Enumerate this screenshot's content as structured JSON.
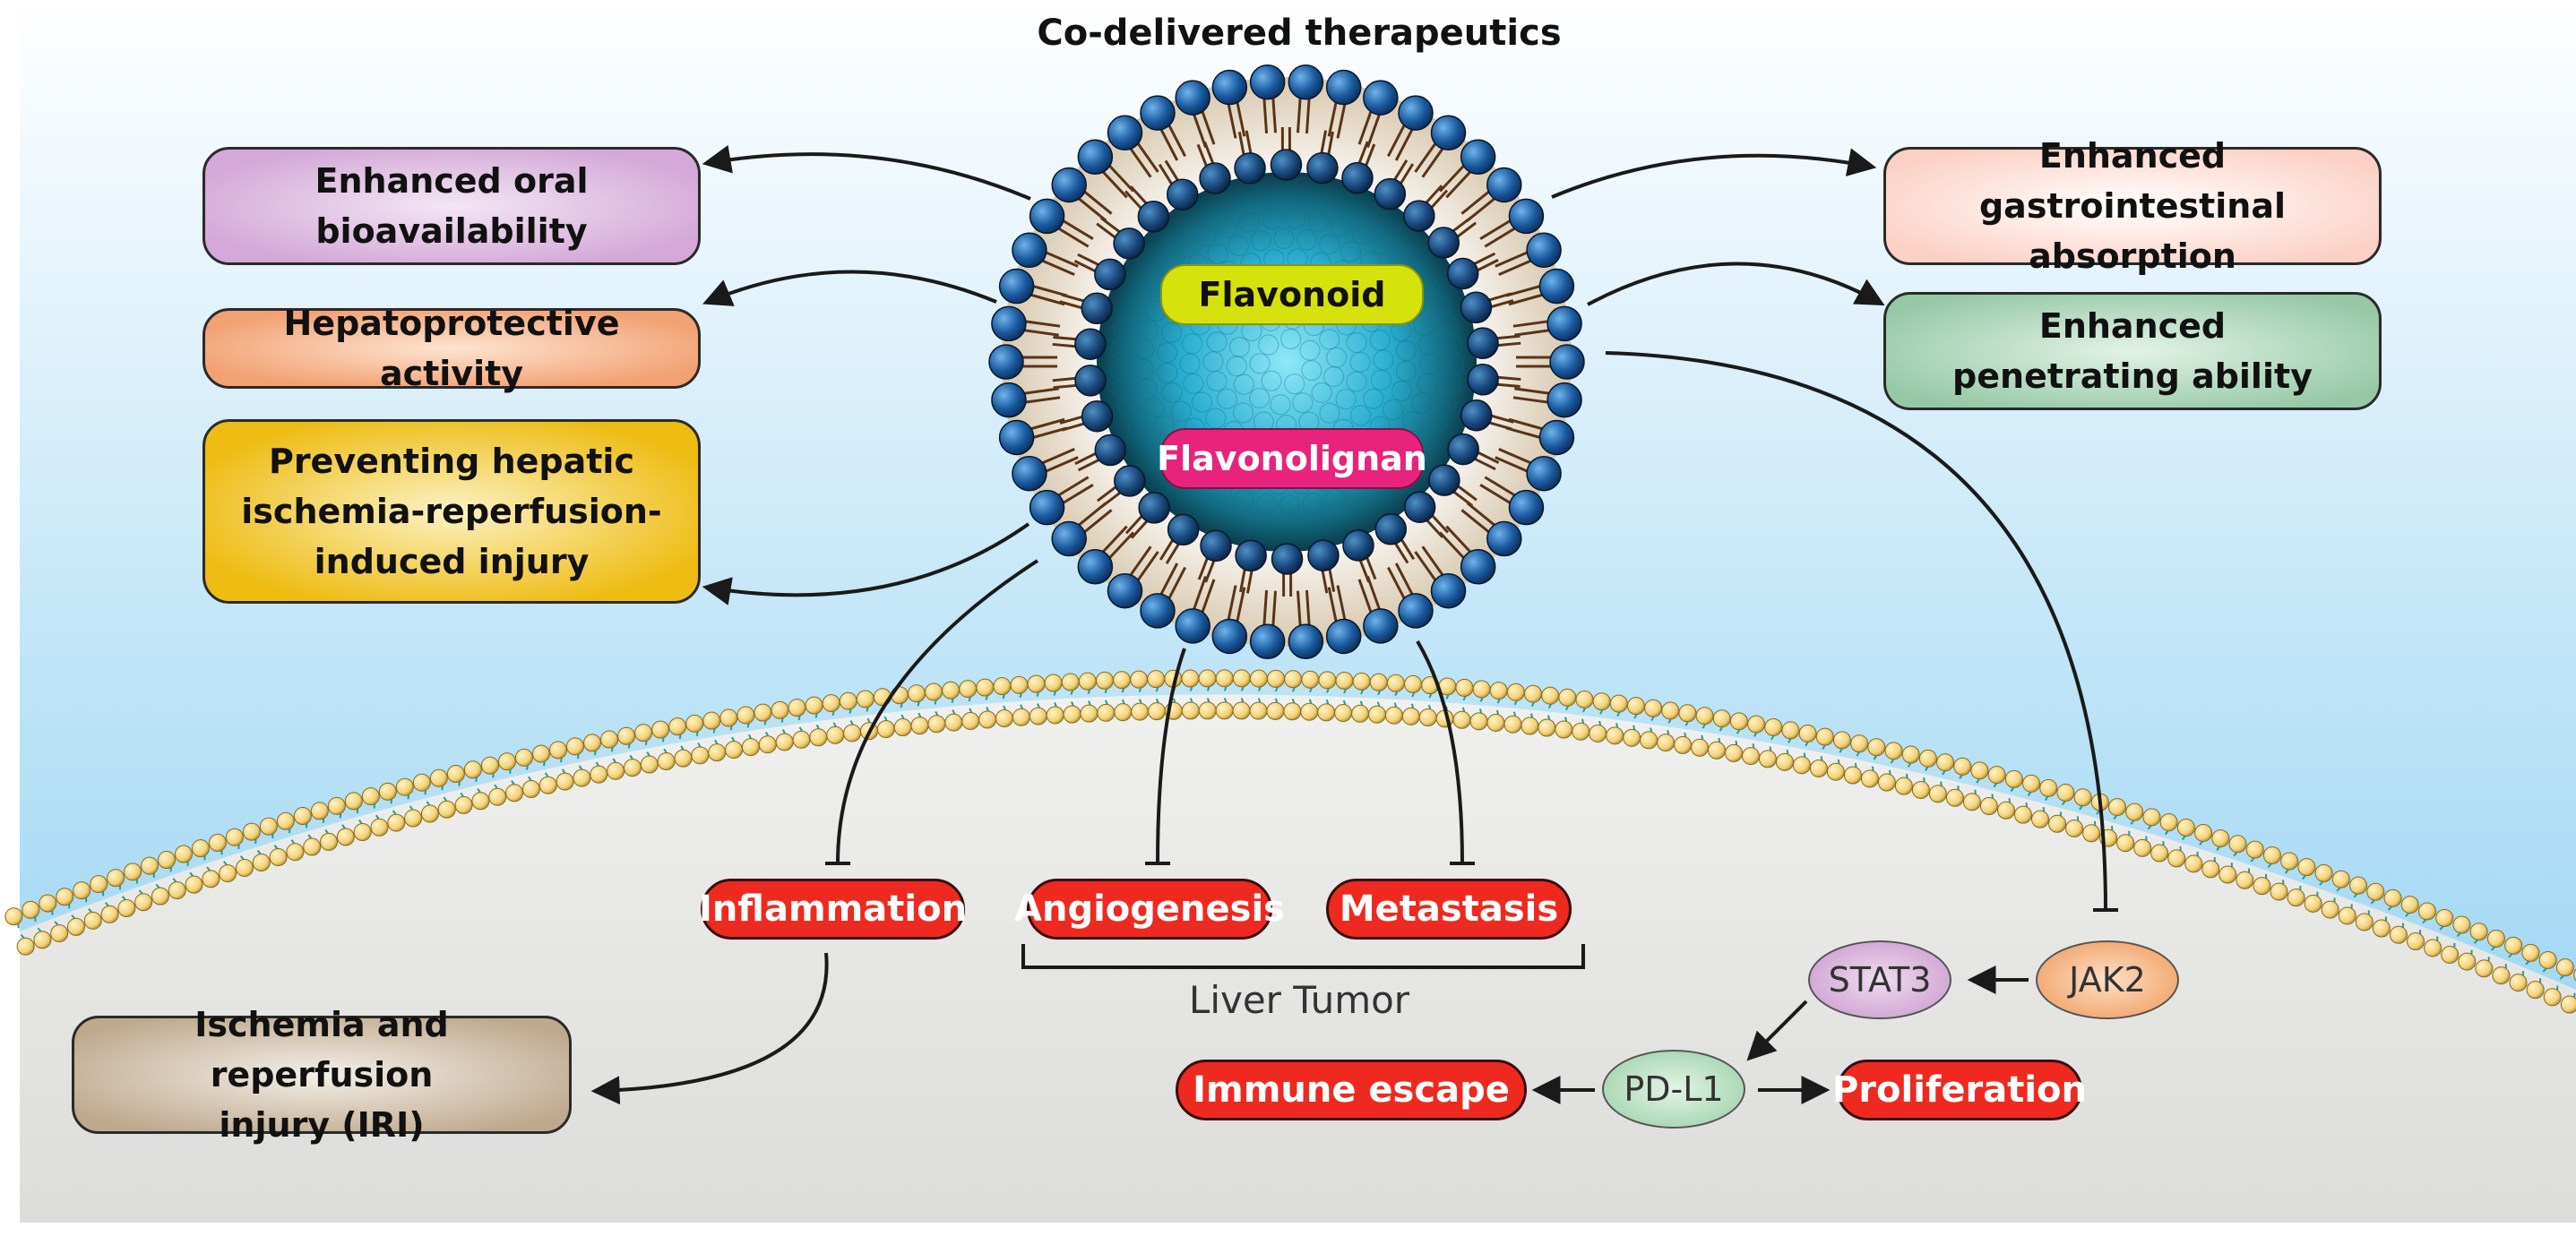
{
  "title": "Co-delivered therapeutics",
  "core_labels": {
    "flavonoid": "Flavonoid",
    "flavonolignan": "Flavonolignan"
  },
  "left_effects": [
    {
      "label": "Enhanced oral\nbioavailability",
      "color": "#d4a8d8"
    },
    {
      "label": "Hepatoprotective activity",
      "color": "#f2a172"
    },
    {
      "label": "Preventing hepatic\nischemia-reperfusion-\ninduced injury",
      "color": "#f0c418"
    }
  ],
  "right_effects": [
    {
      "label": "Enhanced gastrointestinal\nabsorption",
      "color": "#fcd6cc"
    },
    {
      "label": "Enhanced\npenetrating ability",
      "color": "#9fceae"
    }
  ],
  "targets": {
    "inflammation": "Inflammation",
    "angiogenesis": "Angiogenesis",
    "metastasis": "Metastasis",
    "liver_tumor": "Liver Tumor",
    "iri": "Ischemia and reperfusion\ninjury (IRI)",
    "stat3": "STAT3",
    "jak2": "JAK2",
    "pdl1": "PD-L1",
    "immune_escape": "Immune escape",
    "proliferation": "Proliferation"
  },
  "colors": {
    "inhibited_target": "#ee2a20",
    "stat3": "#d0a2d4",
    "jak2": "#f2a66c",
    "pdl1": "#a6d8b0",
    "iri": "#c8b49c",
    "flavonoid_tag": "#d6e20c",
    "flavonolignan_tag": "#e8237d",
    "phospholipid_head": "#1a5a9e",
    "cell_membrane_head": "#f2d27a"
  }
}
